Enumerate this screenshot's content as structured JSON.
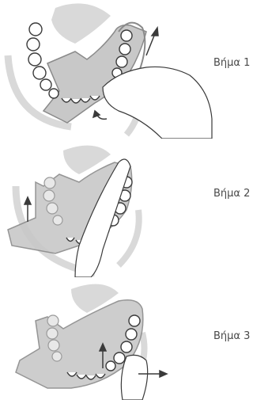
{
  "steps": [
    {
      "label": "Βήμα 1"
    },
    {
      "label": "Βήμα 2"
    },
    {
      "label": "Βήμα 3"
    }
  ],
  "colors": {
    "gum": "#d9d9d9",
    "tray": "#c8c8c8",
    "outline": "#3a3a3a",
    "hand": "#ffffff"
  }
}
